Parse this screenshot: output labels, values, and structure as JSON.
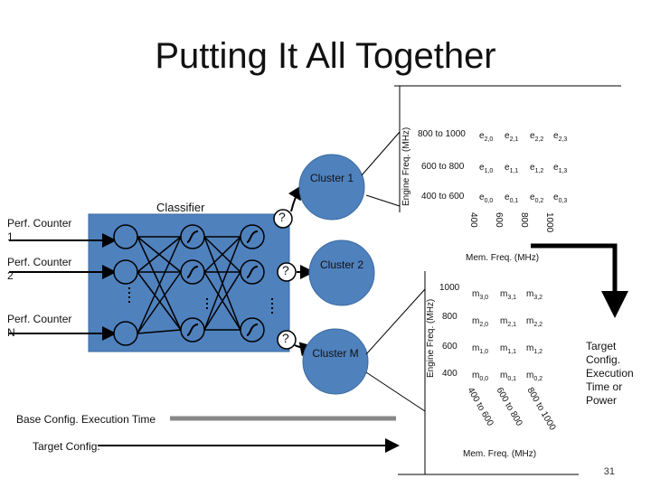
{
  "title": "Putting It All Together",
  "classifier_label": "Classifier",
  "inputs": [
    "Perf. Counter 1",
    "Perf. Counter 2",
    "Perf. Counter N"
  ],
  "question_mark": "?",
  "clusters": [
    "Cluster 1",
    "Cluster 2",
    "Cluster M"
  ],
  "engine_table": {
    "ylabel": "Engine Freq. (MHz)",
    "xlabel": "Mem. Freq. (MHz)",
    "rows": [
      "800 to 1000",
      "600 to 800",
      "400 to 600"
    ],
    "cols": [
      "400",
      "600",
      "800",
      "1000"
    ],
    "cells": [
      [
        [
          "e",
          "2,0"
        ],
        [
          "e",
          "2,1"
        ],
        [
          "e",
          "2,2"
        ],
        [
          "e",
          "2,3"
        ]
      ],
      [
        [
          "e",
          "1,0"
        ],
        [
          "e",
          "1,1"
        ],
        [
          "e",
          "1,2"
        ],
        [
          "e",
          "1,3"
        ]
      ],
      [
        [
          "e",
          "0,0"
        ],
        [
          "e",
          "0,1"
        ],
        [
          "e",
          "0,2"
        ],
        [
          "e",
          "0,3"
        ]
      ]
    ]
  },
  "mem_table": {
    "ylabel": "Engine Freq. (MHz)",
    "xlabel": "Mem. Freq. (MHz)",
    "rows": [
      "1000",
      "800",
      "600",
      "400"
    ],
    "cols": [
      "400 to 600",
      "600 to 800",
      "800 to 1000"
    ],
    "cells": [
      [
        [
          "m",
          "3,0"
        ],
        [
          "m",
          "3,1"
        ],
        [
          "m",
          "3,2"
        ]
      ],
      [
        [
          "m",
          "2,0"
        ],
        [
          "m",
          "2,1"
        ],
        [
          "m",
          "2,2"
        ]
      ],
      [
        [
          "m",
          "1,0"
        ],
        [
          "m",
          "1,1"
        ],
        [
          "m",
          "1,2"
        ]
      ],
      [
        [
          "m",
          "0,0"
        ],
        [
          "m",
          "0,1"
        ],
        [
          "m",
          "0,2"
        ]
      ]
    ]
  },
  "output_label": "Target Config. Execution Time or Power",
  "legend": {
    "base": "Base Config. Execution Time",
    "target": "Target Config."
  },
  "page_number": "31"
}
